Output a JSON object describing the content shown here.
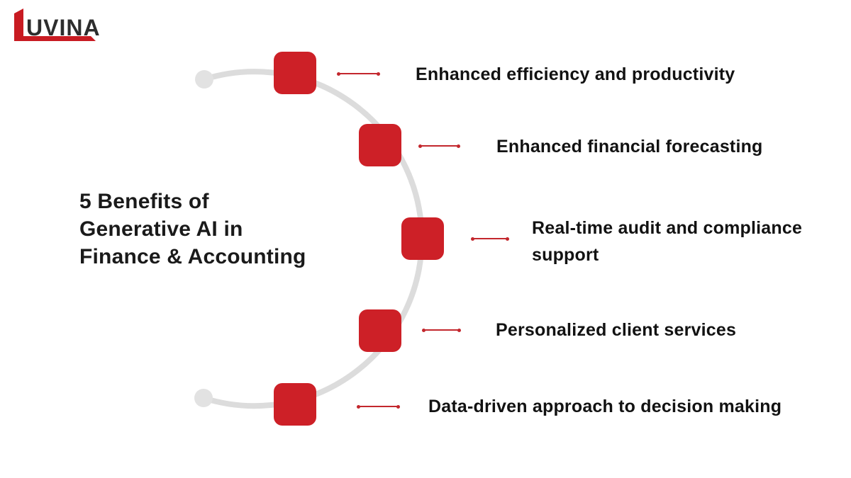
{
  "logo": {
    "text": "UVINA"
  },
  "title": {
    "line1": "5 Benefits of",
    "line2": "Generative AI in",
    "line3": "Finance & Accounting"
  },
  "benefits": [
    {
      "label": "Enhanced efficiency and productivity"
    },
    {
      "label": "Enhanced financial forecasting"
    },
    {
      "label": "Real-time audit and compliance support"
    },
    {
      "label": "Personalized client services"
    },
    {
      "label": "Data-driven approach to decision making"
    }
  ],
  "colors": {
    "accent_red": "#CD2027",
    "logo_red": "#C81B22",
    "connector_red": "#C3272D",
    "arc_gray": "#DCDCDC",
    "dot_gray": "#E2E2E2",
    "label_color": "#121212",
    "title_color": "#1A1A1A",
    "logo_text_color": "#2D2D2D",
    "background": "#FFFFFF"
  }
}
